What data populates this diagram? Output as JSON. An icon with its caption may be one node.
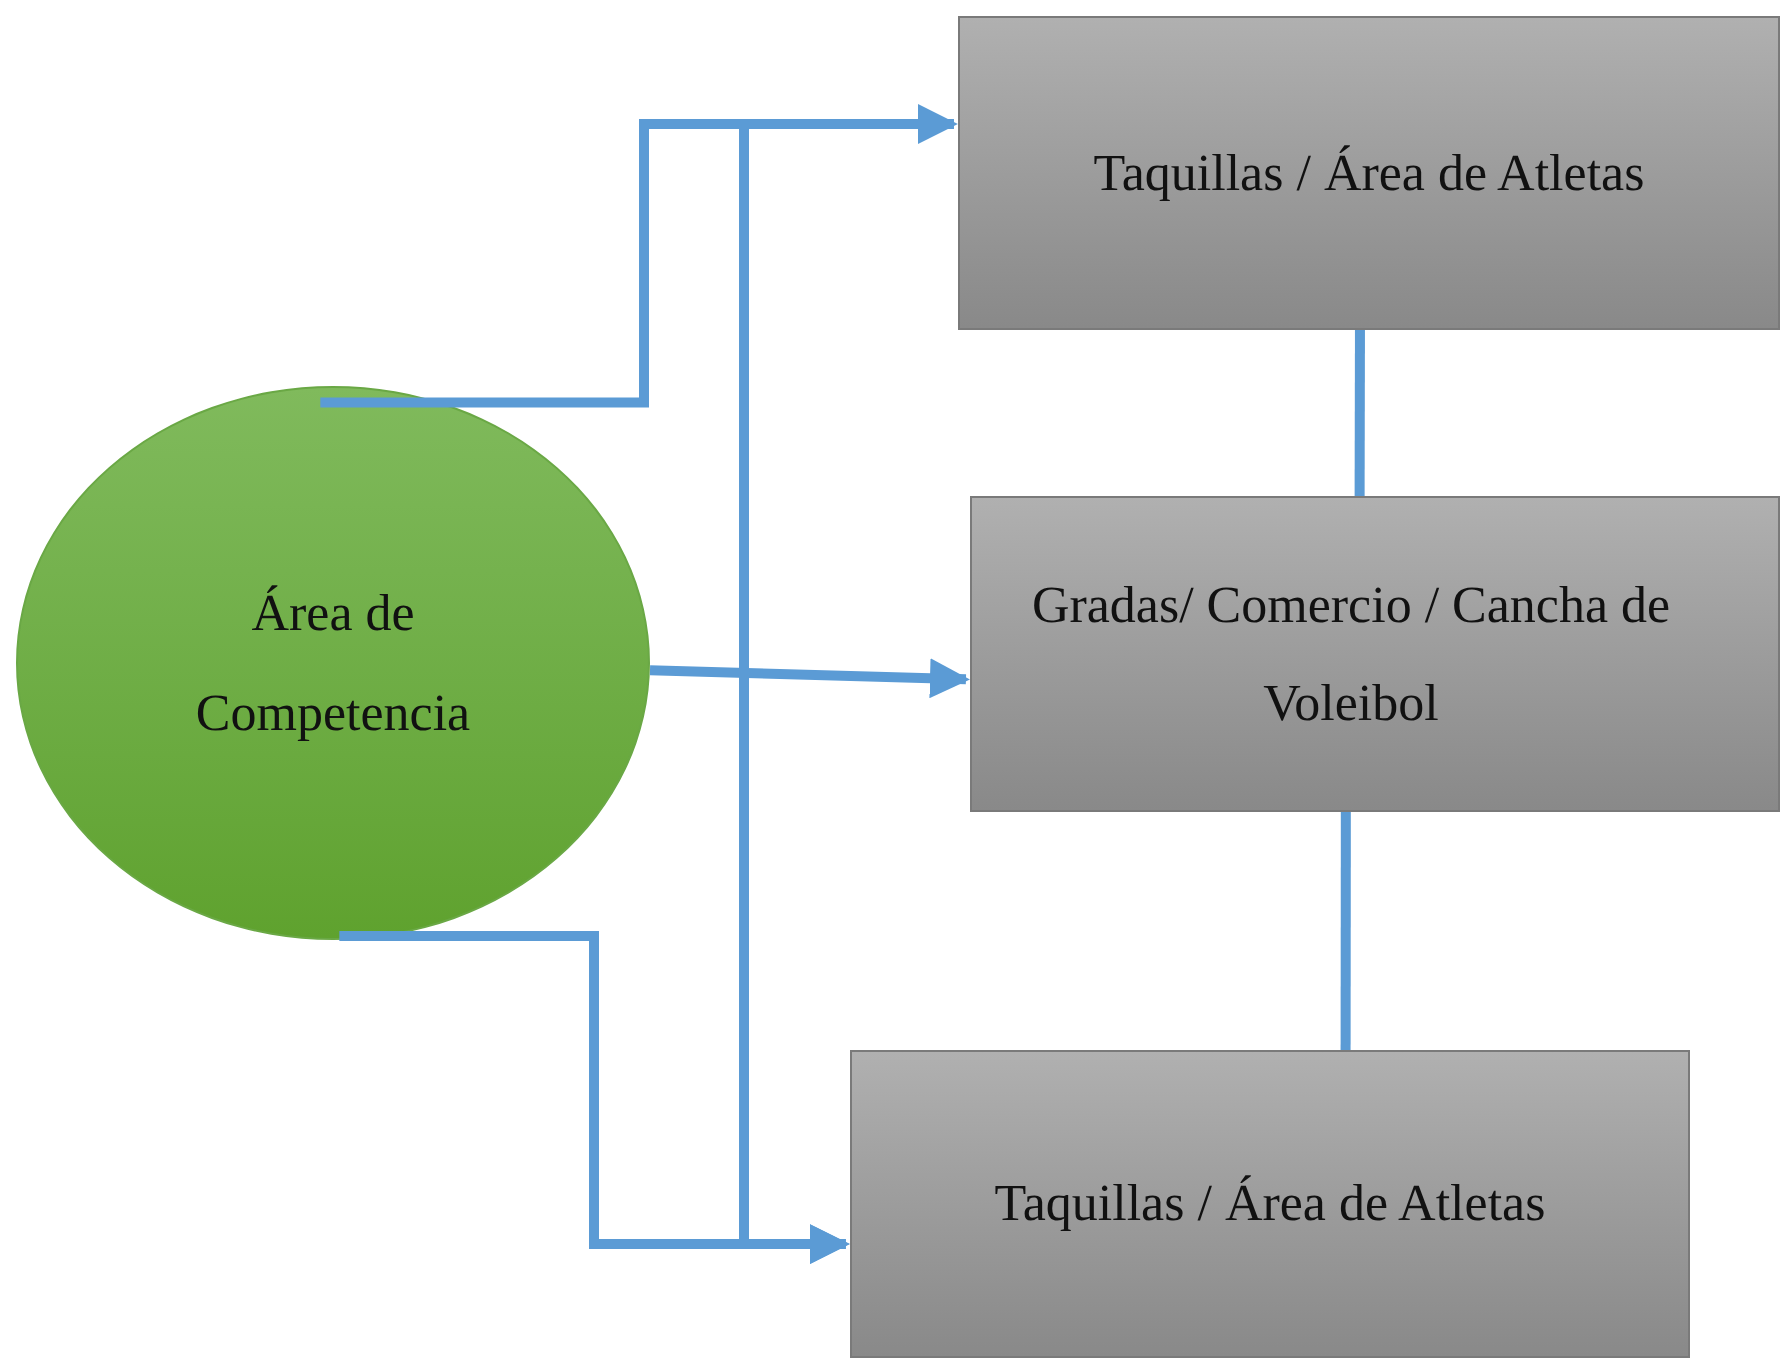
{
  "diagram": {
    "nodes": [
      {
        "text": [
          "Área de Competencia"
        ]
      },
      {
        "text": [
          "Taquillas / Área de Atletas"
        ]
      },
      {
        "text": [
          "Gradas/ Comercio / Cancha de Voleibol"
        ]
      },
      {
        "text": [
          "Taquillas / Área de Atletas"
        ]
      }
    ],
    "edges": [
      {
        "from": 0,
        "to": 1,
        "arrow": "to"
      },
      {
        "from": 0,
        "to": 2,
        "arrow": "to"
      },
      {
        "from": 0,
        "to": 3,
        "arrow": "to"
      },
      {
        "from": 1,
        "to": 2,
        "arrow": "none"
      },
      {
        "from": 2,
        "to": 3,
        "arrow": "none"
      },
      {
        "from": 1,
        "to": 3,
        "arrow": "to"
      }
    ]
  }
}
